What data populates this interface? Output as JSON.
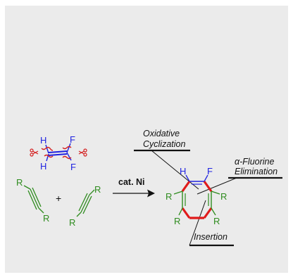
{
  "colors": {
    "hydrogen": "#1f22e0",
    "fluorine": "#1f22e0",
    "alkyne": "#2e8b1e",
    "new_bonds": "#e01b1b",
    "scissors": "#d42020",
    "text": "#111111"
  },
  "reactant_alkene": {
    "atoms": {
      "h_top": "H",
      "h_bottom": "H",
      "f_top": "F",
      "f_bottom": "F"
    },
    "scissors_icon_name": "scissors-icon"
  },
  "plus_sign": "+",
  "alkyne_left": {
    "r_top": "R",
    "r_bottom": "R"
  },
  "alkyne_right": {
    "r_top": "R",
    "r_bottom": "R"
  },
  "arrow": {
    "label": "cat. Ni"
  },
  "product": {
    "atoms": {
      "h": "H",
      "f": "F",
      "r_left": "R",
      "r_right": "R",
      "r_bottom_left": "R",
      "r_bottom_right": "R"
    }
  },
  "annotations": {
    "oxidative_line1": "Oxidative",
    "oxidative_line2": "Cyclization",
    "alpha_line1": "α-Fluorine",
    "alpha_line2": "Elimination",
    "insertion": "Insertion"
  }
}
